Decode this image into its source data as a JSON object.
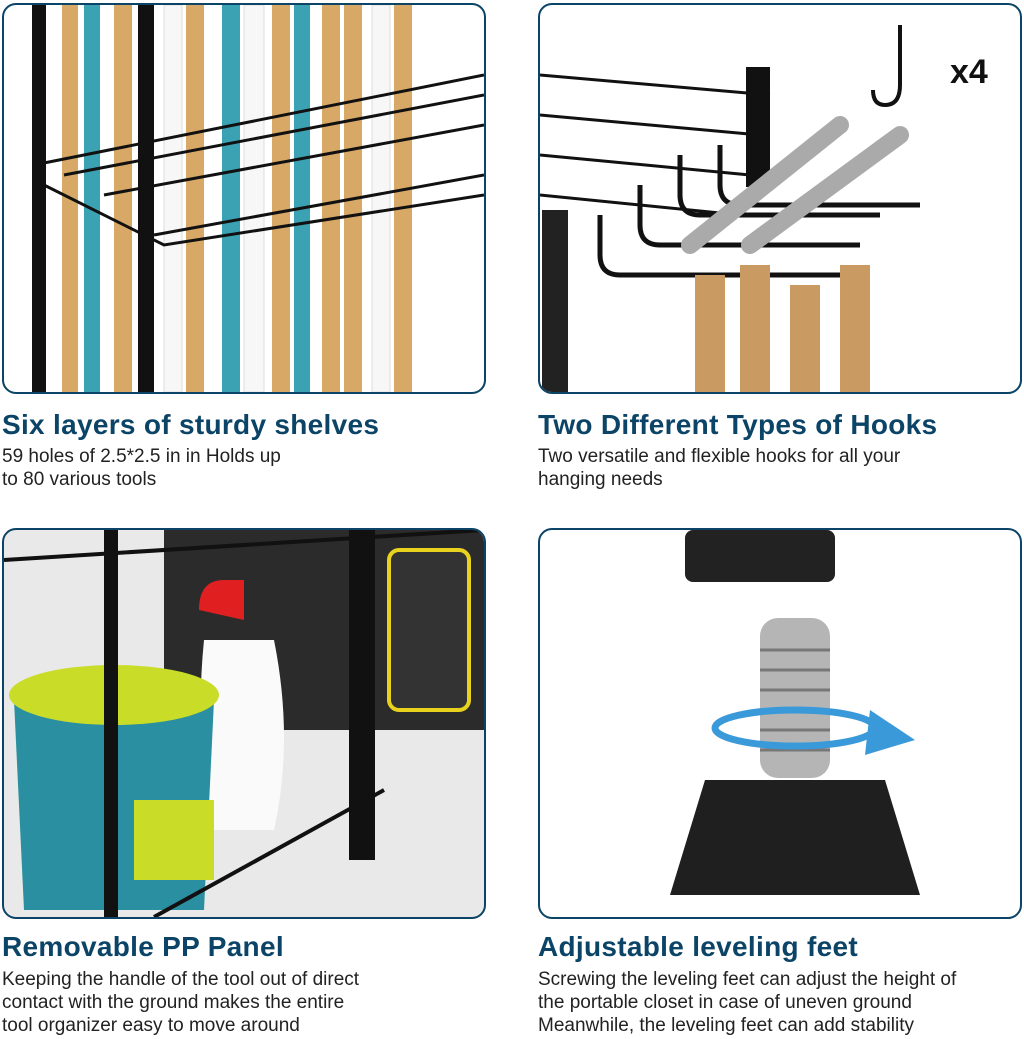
{
  "features": [
    {
      "title": "Six layers of sturdy shelves",
      "lines": [
        "59 holes of 2.5*2.5 in in Holds up",
        "to 80 various tools"
      ]
    },
    {
      "title": "Two Different Types of Hooks",
      "lines": [
        "Two versatile and flexible hooks for all your",
        "hanging needs"
      ],
      "badge": "x4"
    },
    {
      "title": "Removable PP Panel",
      "lines": [
        "Keeping the handle of the tool out of direct",
        "contact with the ground makes the entire",
        "tool organizer easy to move around"
      ]
    },
    {
      "title": "Adjustable leveling feet",
      "lines": [
        "Screwing the leveling feet can adjust the height of",
        "the portable closet in case of uneven ground",
        "Meanwhile, the leveling feet can add stability"
      ]
    }
  ],
  "colors": {
    "heading": "#0b4466",
    "text": "#222222",
    "arrow": "#3a9ad9"
  }
}
